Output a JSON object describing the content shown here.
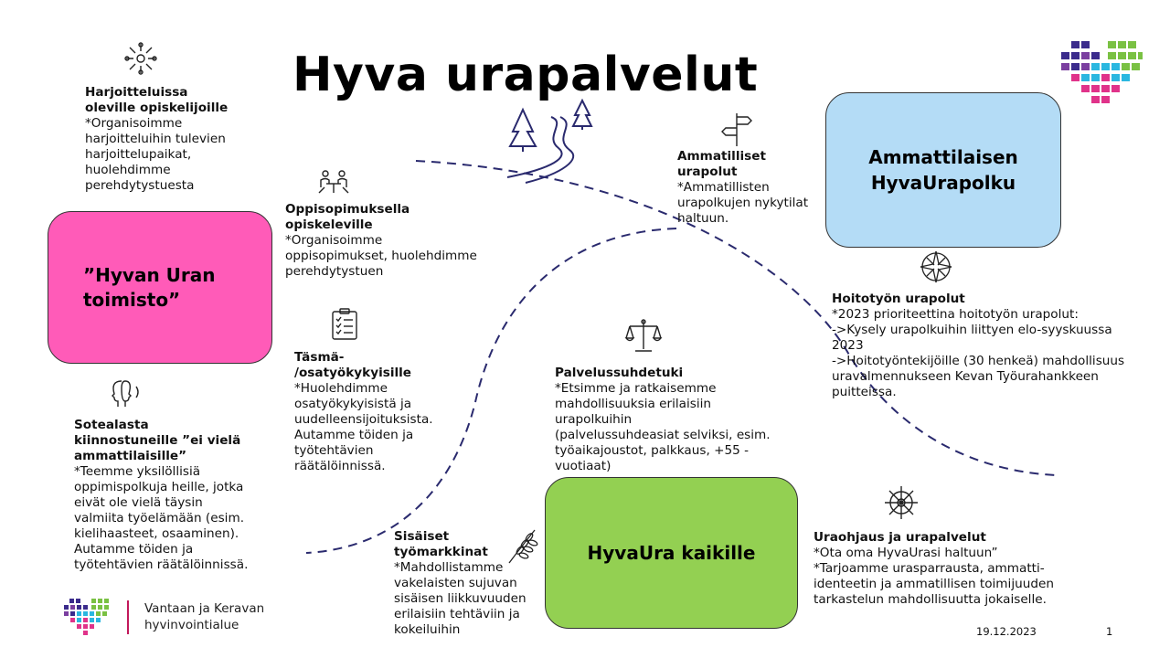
{
  "title": "Hyva urapalvelut",
  "boxes": {
    "office": "”Hyvan Uran\ntoimisto”",
    "professional": "Ammattilaisen\nHyvaUrapolku",
    "everyone": "HyvaUra kaikille"
  },
  "blocks": {
    "trainees": {
      "heading": "Harjoitteluissa\noleville  opiskelijoille",
      "text": "*Organisoimme\nharjoitteluihin  tulevien\nharjoittelupaikat,\nhuolehdimme\nperehdytystuesta"
    },
    "apprentices": {
      "heading": "Oppisopimuksella\nopiskeleville",
      "text": "*Organisoimme\noppisopimukset, huolehdimme\nperehdytystuen"
    },
    "partial": {
      "heading": "Täsmä-\n/osatyökykyisille",
      "text": "*Huolehdimme\nosatyökykyisistä ja\nuudelleensijoituksista.\nAutamme töiden ja\ntyötehtävien\nräätälöinnissä."
    },
    "interested": {
      "heading": "Sotealasta\nkiinnostuneille  ”ei vielä\nammattilaisille”",
      "text": "*Teemme yksilöllisiä\noppimispolkuja heille,  jotka\neivät ole vielä  täysin\nvalmiita  työelämään (esim.\nkielihaasteet, osaaminen).\nAutamme töiden ja\ntyötehtävien räätälöinnissä."
    },
    "internal": {
      "heading": "Sisäiset\ntyömarkkinat",
      "text": "*Mahdollistamme\nvakelaisten sujuvan\nsisäisen liikkuvuuden\nerilaisiin  tehtäviin ja\nkokeiluihin"
    },
    "employment": {
      "heading": "Palvelussuhdetuki",
      "text": "*Etsimme ja ratkaisemme\nmahdollisuuksia  erilaisiin\nurapolkuihin\n(palvelussuhdeasiat selviksi,  esim.\ntyöaikajoustot, palkkaus, +55 -\nvuotiaat)"
    },
    "vocational": {
      "heading": "Ammatilliset\nurapolut",
      "text": "*Ammatillisten\nurapolkujen nykytilat\nhaltuun."
    },
    "nursing": {
      "heading": "Hoitotyön urapolut",
      "text": "*2023 prioriteettina hoitotyön urapolut:\n->Kysely urapolkuihin liittyen elo-syyskuussa\n2023\n->Hoitotyöntekijöille (30 henkeä) mahdollisuus\nuravalmennukseen Kevan Työurahankkeen\npuitteissa."
    },
    "guidance": {
      "heading": "Uraohjaus ja urapalvelut",
      "text": "*Ota oma HyvaUrasi haltuun”\n*Tarjoamme urasparrausta,  ammatti-\nidenteetin ja ammatillisen toimijuuden\ntarkastelun mahdollisuutta jokaiselle."
    }
  },
  "footer": {
    "org": "Vantaan ja Keravan\nhyvinvointialue",
    "date": "19.12.2023",
    "page": "1"
  },
  "icons": [
    "teamwork-icon",
    "meeting-icon",
    "checklist-icon",
    "faces-icon",
    "wheat-icon",
    "scales-icon",
    "signpost-icon",
    "compass-icon",
    "ship-wheel-icon",
    "trees-road-icon",
    "logo-heart-icon"
  ],
  "colors": {
    "office": "#ff5bb8",
    "professional": "#b4dcf6",
    "everyone": "#93d052",
    "path": "#2a2a6e"
  }
}
